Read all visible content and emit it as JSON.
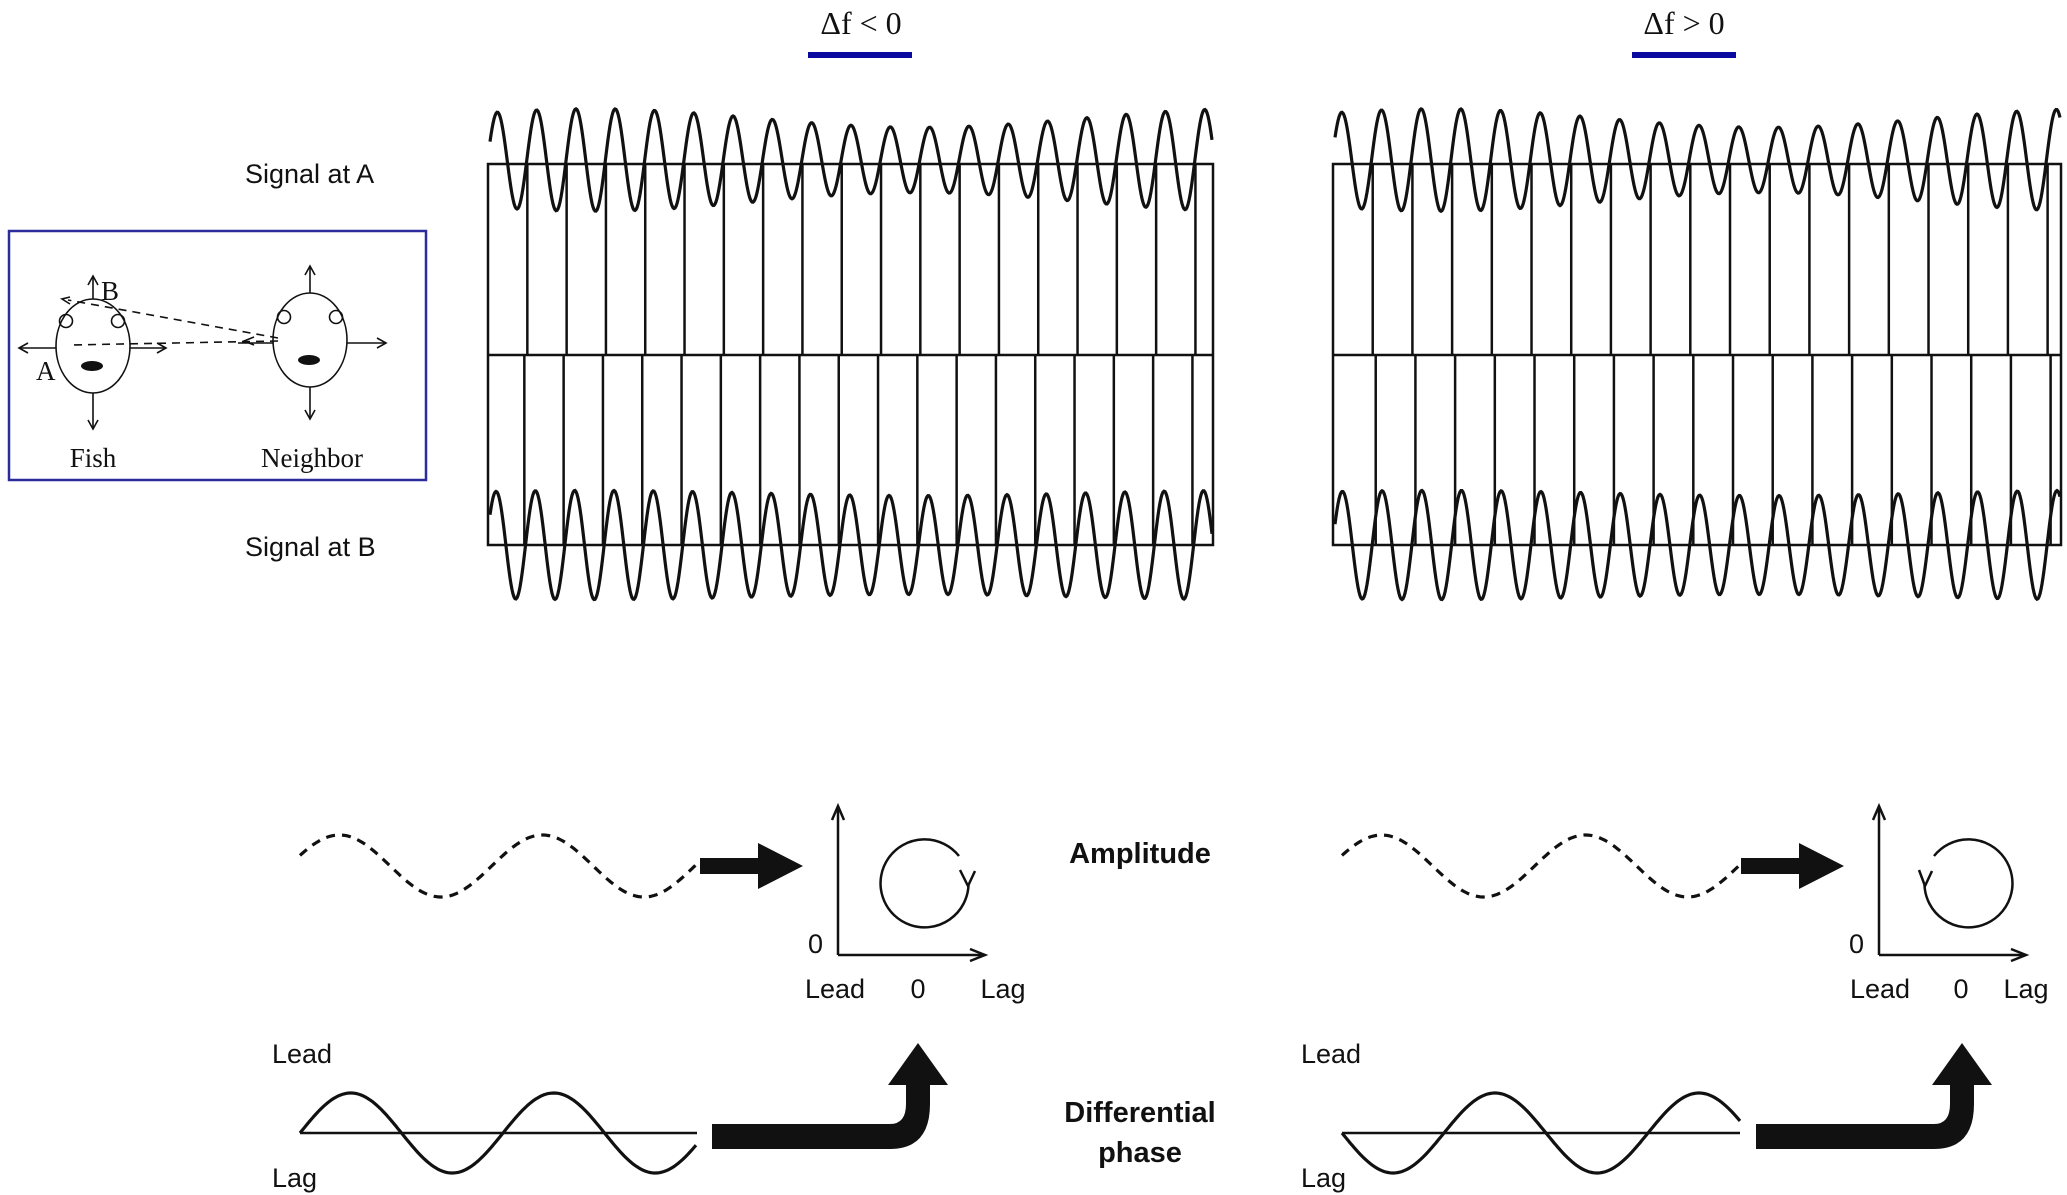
{
  "conditions": [
    {
      "label": "Δf < 0",
      "underline_color": "#0a0aa0"
    },
    {
      "label": "Δf > 0",
      "underline_color": "#0a0aa0"
    }
  ],
  "row_labels": {
    "signal_a": "Signal at A",
    "signal_b": "Signal at B"
  },
  "inset": {
    "border_color": "#2b2b9b",
    "point_a": "A",
    "point_b": "B",
    "fish": "Fish",
    "neighbor": "Neighbor"
  },
  "lower": {
    "amplitude": "Amplitude",
    "differential": "Differential",
    "phase": "phase",
    "lead": "Lead",
    "lag": "Lag",
    "zero": "0"
  },
  "colors": {
    "ink": "#111111",
    "accent": "#0a0aa0"
  }
}
